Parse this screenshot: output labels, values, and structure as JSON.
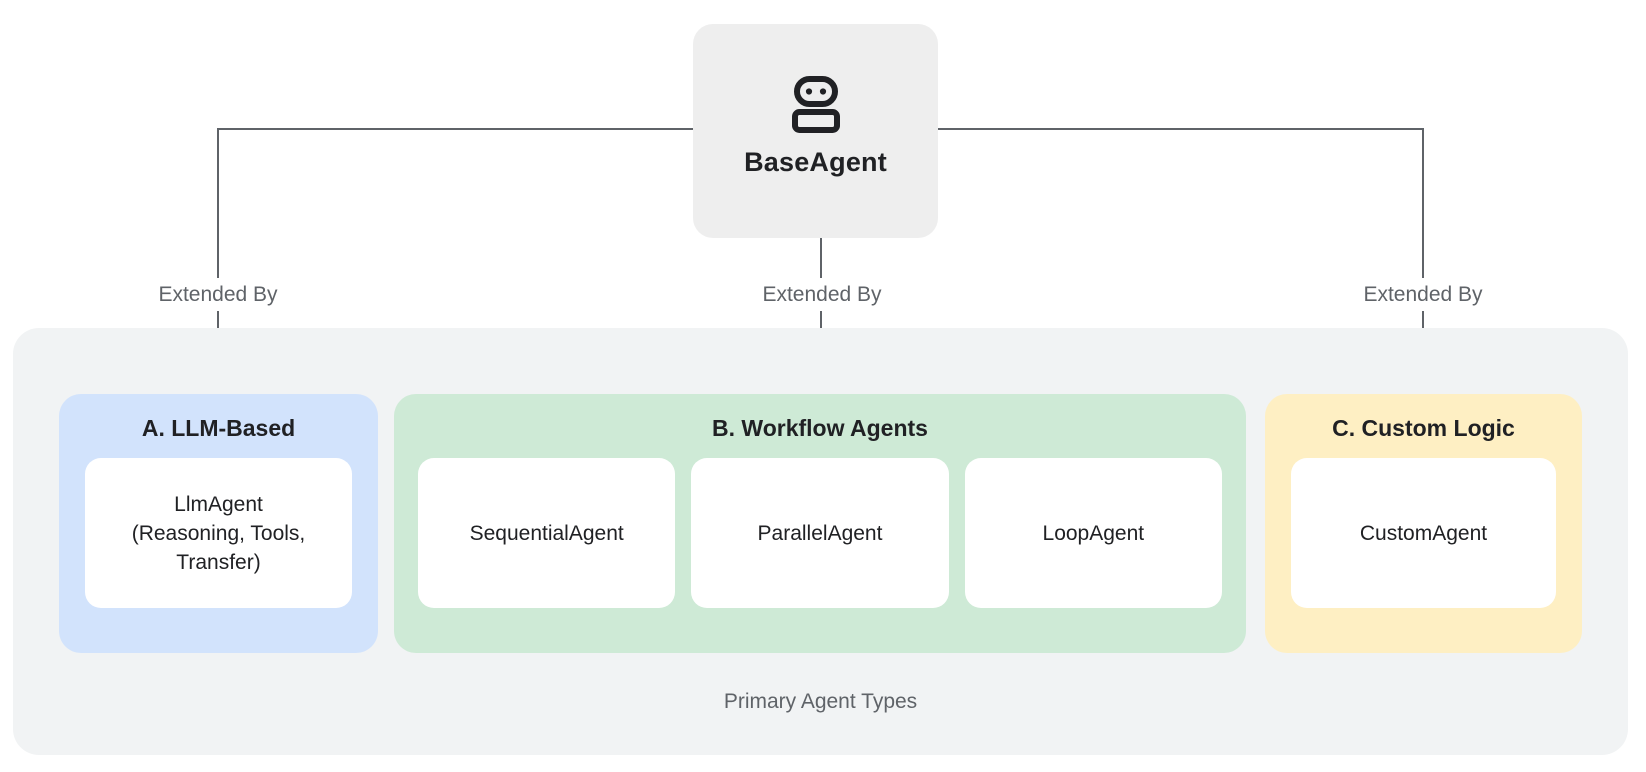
{
  "root_node": {
    "label": "BaseAgent",
    "icon": "robot"
  },
  "edge_labels": {
    "left": "Extended By",
    "middle": "Extended By",
    "right": "Extended By"
  },
  "llm_group": {
    "title": "A. LLM-Based",
    "card_lines": [
      "LlmAgent",
      "(Reasoning, Tools,",
      "Transfer)"
    ]
  },
  "workflow_group": {
    "title": "B. Workflow Agents",
    "cards": [
      "SequentialAgent",
      "ParallelAgent",
      "LoopAgent"
    ]
  },
  "custom_group": {
    "title": "C. Custom Logic",
    "card": "CustomAgent"
  },
  "caption": "Primary Agent Types",
  "colors": {
    "root_node_bg": "#eeeeee",
    "container_bg": "#f1f3f4",
    "llm_bg": "#d2e3fc",
    "workflow_bg": "#ceead6",
    "custom_bg": "#feefc3",
    "card_bg": "#ffffff",
    "connector": "#5f6368",
    "text_dark": "#202124",
    "text_muted": "#5f6368"
  }
}
